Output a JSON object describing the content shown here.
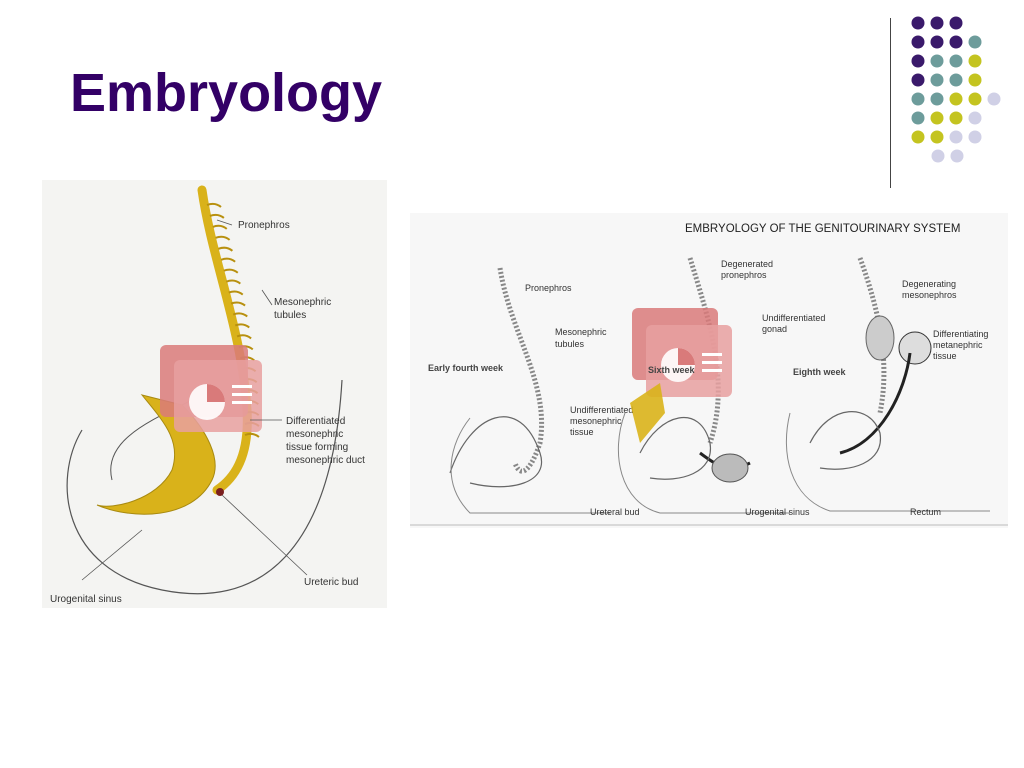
{
  "slide": {
    "title": "Embryology",
    "accent_colors": {
      "title": "#330066",
      "purple": "#3a1a6b",
      "teal": "#6d9c9b",
      "yellow_green": "#c4c420",
      "lavender": "#d0d0e6",
      "embryo_yellow": "#d9b21a"
    },
    "decor": {
      "dot_grid": [
        [
          "p",
          "p",
          "p"
        ],
        [
          "p",
          "p",
          "p",
          "t"
        ],
        [
          "p",
          "t",
          "t",
          "y"
        ],
        [
          "p",
          "t",
          "t",
          "y"
        ],
        [
          "t",
          "t",
          "y",
          "y",
          "l"
        ],
        [
          "t",
          "y",
          "y",
          "l"
        ],
        [
          "y",
          "y",
          "l",
          "l"
        ],
        [
          "l",
          "l"
        ]
      ]
    }
  },
  "left_figure": {
    "labels": {
      "pronephros": "Pronephros",
      "mesonephric_1": "Mesonephric",
      "mesonephric_2": "tubules",
      "diff_1": "Differentiated",
      "diff_2": "mesonephric",
      "diff_3": "tissue forming",
      "diff_4": "mesonephric duct",
      "ureteric_bud": "Ureteric bud",
      "urogenital_sinus": "Urogenital sinus"
    }
  },
  "right_figure": {
    "title": "EMBRYOLOGY OF THE GENITOURINARY SYSTEM",
    "labels": {
      "pronephros": "Pronephros",
      "meso_1": "Mesonephric",
      "meso_2": "tubules",
      "fourth_week": "Early fourth week",
      "undiff_1": "Undifferentiated",
      "undiff_2": "mesonephric",
      "undiff_3": "tissue",
      "degen_pro_1": "Degenerated",
      "degen_pro_2": "pronephros",
      "undiff_gonad_1": "Undifferentiated",
      "undiff_gonad_2": "gonad",
      "sixth_week": "Sixth week",
      "degen_meso_1": "Degenerating",
      "degen_meso_2": "mesonephros",
      "diff_meta_1": "Differentiating",
      "diff_meta_2": "metanephric",
      "diff_meta_3": "tissue",
      "eighth_week": "Eighth week",
      "ureteral_bud": "Ureteral bud",
      "urogenital_sinus": "Urogenital sinus",
      "rectum": "Rectum"
    }
  }
}
